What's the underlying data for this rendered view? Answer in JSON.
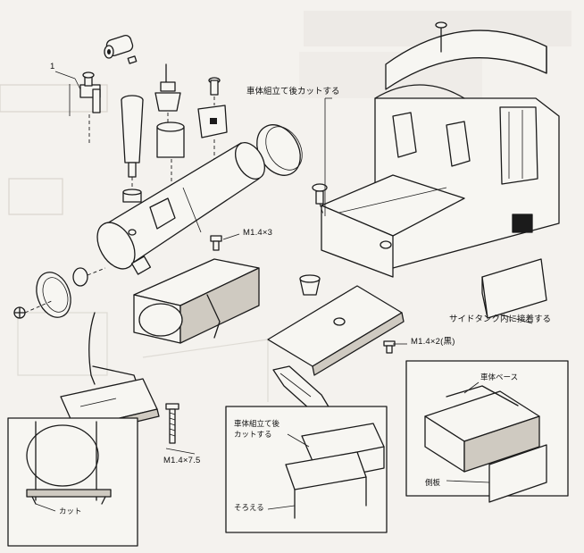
{
  "labels": {
    "callout_1": "1",
    "cut_after_body_assembly_top": "車体組立て後カットする",
    "screw_m14x3": "M1.4×3",
    "side_tank_attach": "サイドタンク内に接着する",
    "screw_m14x2_black": "M1.4×2(黒)",
    "screw_m14x75": "M1.4×7.5",
    "body_base": "車体ベース",
    "side_plate": "側板",
    "cut": "カット",
    "cut_after_body_assembly_inset_line1": "車体組立て後",
    "cut_after_body_assembly_inset_line2": "カットする",
    "align": "そろえる"
  },
  "colors": {
    "ink": "#1b1b1b",
    "paper": "#f4f2ee",
    "ghost": "#bdb8b0"
  }
}
